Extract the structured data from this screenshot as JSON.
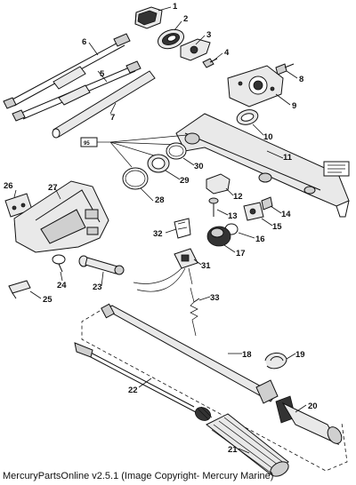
{
  "diagram": {
    "callouts": [
      {
        "id": "c1",
        "label": "1"
      },
      {
        "id": "c2",
        "label": "2"
      },
      {
        "id": "c3",
        "label": "3"
      },
      {
        "id": "c4",
        "label": "4"
      },
      {
        "id": "c5",
        "label": "5"
      },
      {
        "id": "c6",
        "label": "6"
      },
      {
        "id": "c7",
        "label": "7"
      },
      {
        "id": "c8",
        "label": "8"
      },
      {
        "id": "c9",
        "label": "9"
      },
      {
        "id": "c10",
        "label": "10"
      },
      {
        "id": "c11",
        "label": "11"
      },
      {
        "id": "c12",
        "label": "12"
      },
      {
        "id": "c13",
        "label": "13"
      },
      {
        "id": "c14",
        "label": "14"
      },
      {
        "id": "c15",
        "label": "15"
      },
      {
        "id": "c16",
        "label": "16"
      },
      {
        "id": "c17",
        "label": "17"
      },
      {
        "id": "c18",
        "label": "18"
      },
      {
        "id": "c19",
        "label": "19"
      },
      {
        "id": "c20",
        "label": "20"
      },
      {
        "id": "c21",
        "label": "21"
      },
      {
        "id": "c22",
        "label": "22"
      },
      {
        "id": "c23",
        "label": "23"
      },
      {
        "id": "c24",
        "label": "24"
      },
      {
        "id": "c25",
        "label": "25"
      },
      {
        "id": "c26",
        "label": "26"
      },
      {
        "id": "c27",
        "label": "27"
      },
      {
        "id": "c28",
        "label": "28"
      },
      {
        "id": "c29",
        "label": "29"
      },
      {
        "id": "c30",
        "label": "30"
      },
      {
        "id": "c31",
        "label": "31"
      },
      {
        "id": "c32",
        "label": "32"
      },
      {
        "id": "c33",
        "label": "33"
      }
    ],
    "tag_label": "95"
  },
  "footer": {
    "caption": "MercuryPartsOnline v2.5.1 (Image Copyright- Mercury Marine)"
  }
}
